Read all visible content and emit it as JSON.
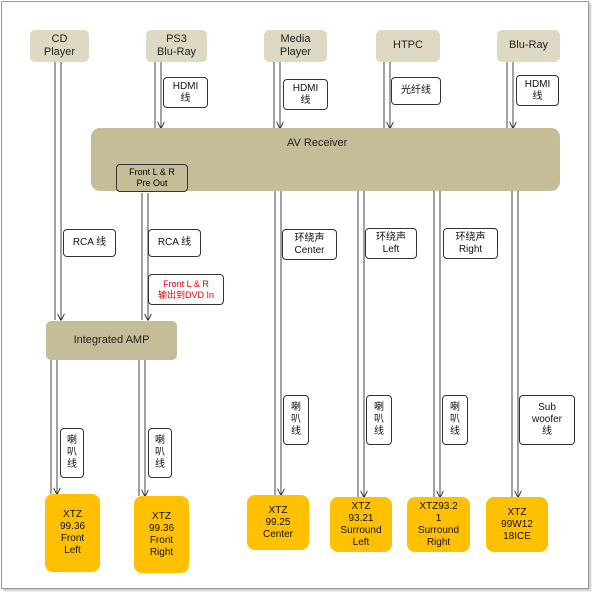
{
  "sources": {
    "cd": "CD\nPlayer",
    "ps3": "PS3\nBlu-Ray",
    "media": "Media\nPlayer",
    "htpc": "HTPC",
    "bluray": "Blu-Ray"
  },
  "cables": {
    "hdmi_ps3": "HDMI\n线",
    "hdmi_media": "HDMI\n线",
    "optical_htpc": "光纤线",
    "hdmi_bluray": "HDMI\n线",
    "rca_cd": "RCA 线",
    "rca_preout": "RCA 线",
    "front_to_dvd": "Front L & R\n输出到DVD In",
    "center": "环绕声\nCenter",
    "surround_left": "环绕声\nLeft",
    "surround_right": "环绕声\nRight",
    "spk_fl": "喇\n叭\n线",
    "spk_fr": "喇\n叭\n线",
    "spk_c": "喇\n叭\n线",
    "spk_sl": "喇\n叭\n线",
    "spk_sr": "喇\n叭\n线",
    "sub": "Sub\nwoofer\n线"
  },
  "receiver": {
    "title": "AV Receiver",
    "preout": "Front L & R\nPre Out"
  },
  "amp": {
    "title": "Integrated AMP"
  },
  "speakers": {
    "front_left": "XTZ\n99.36\nFront\nLeft",
    "front_right": "XTZ\n99.36\nFront\nRight",
    "center": "XTZ\n99.25\nCenter",
    "surround_left": "XTZ\n93.21\nSurround\nLeft",
    "surround_right": "XTZ93.2\n1\nSurround\nRight",
    "subwoofer": "XTZ\n99W12\n18ICE"
  },
  "colors": {
    "source_fill": "#ddd9c3",
    "bar_fill": "#c4bd97",
    "speaker_fill": "#ffc000",
    "warning_text": "#e00000"
  }
}
